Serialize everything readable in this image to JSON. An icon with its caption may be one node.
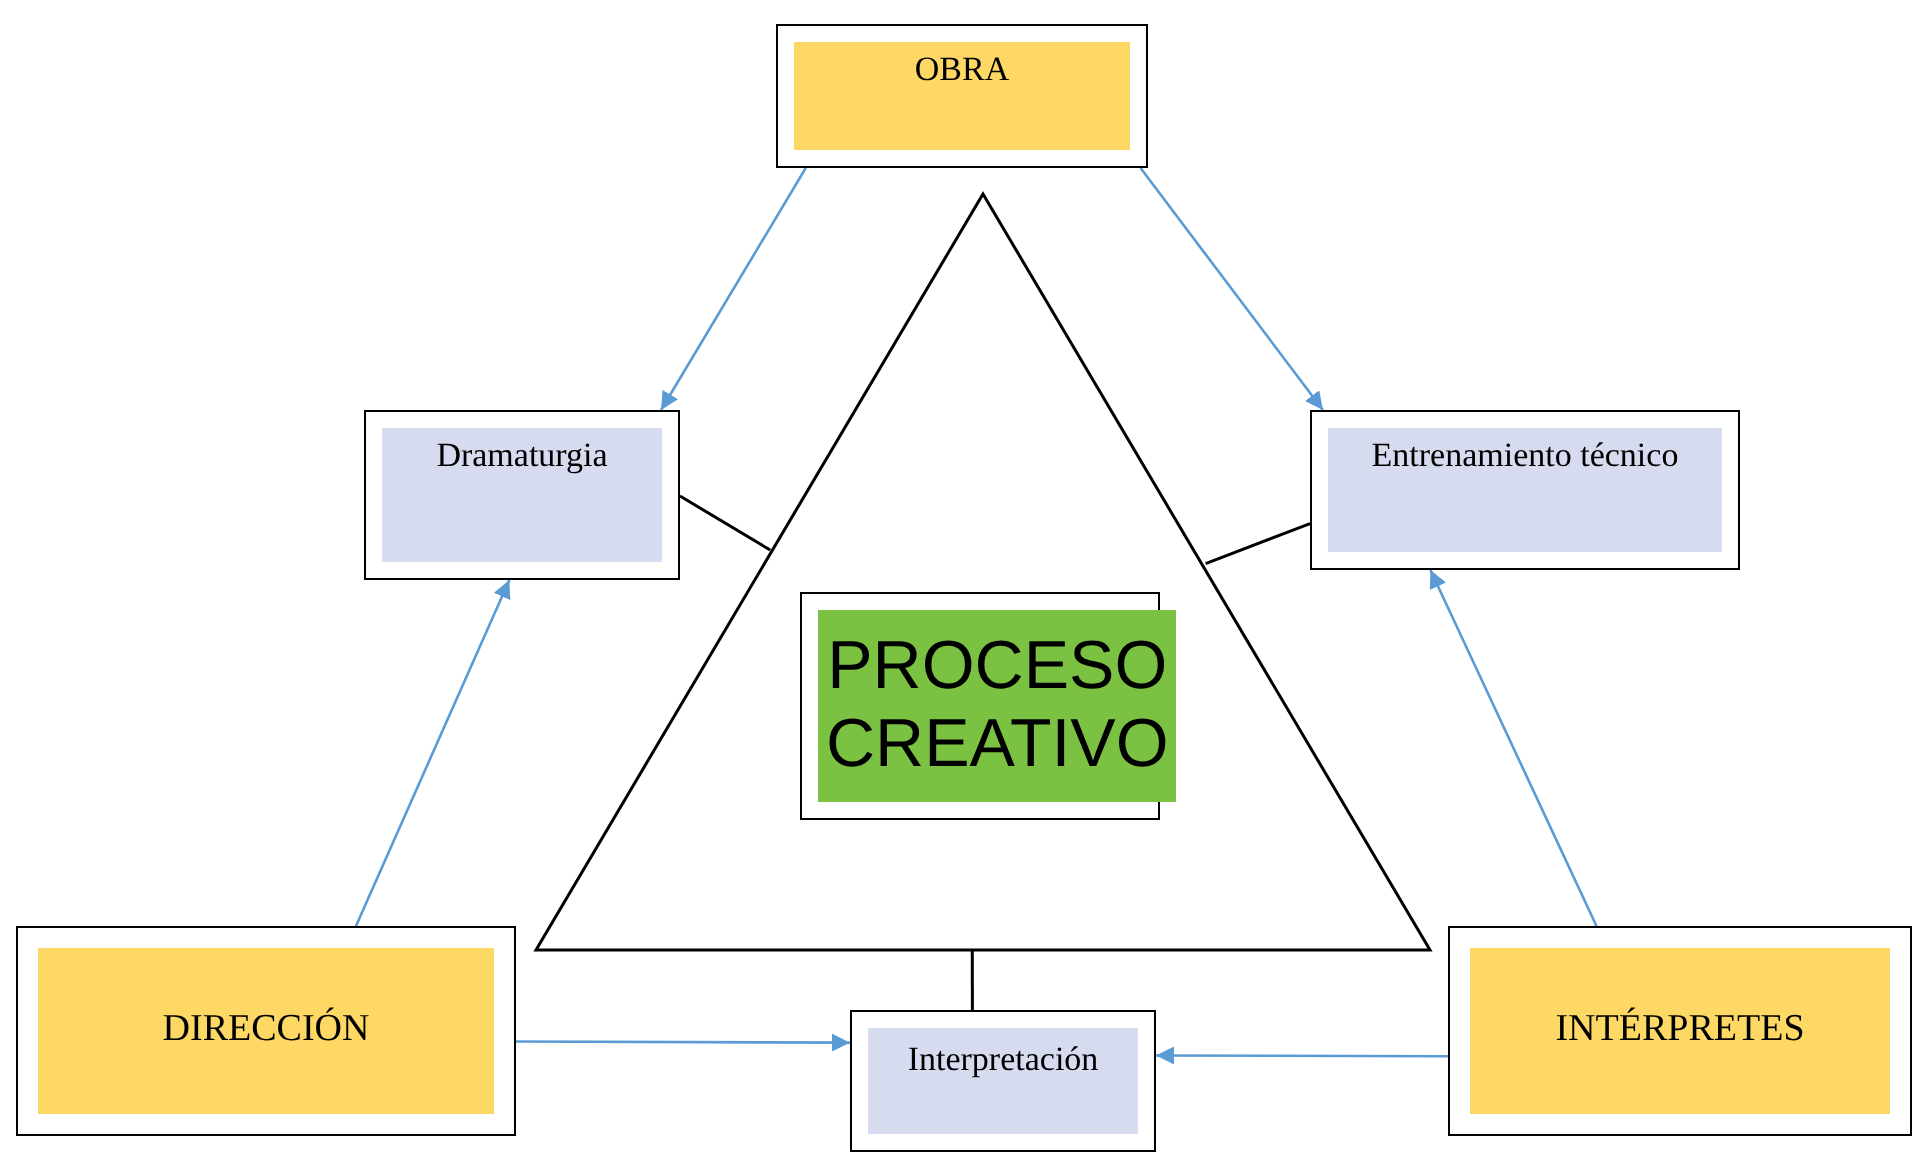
{
  "diagram": {
    "nodes": [
      {
        "text": [
          "OBRA"
        ]
      },
      {
        "text": [
          "Dramaturgia"
        ]
      },
      {
        "text": [
          "Entrenamiento técnico"
        ]
      },
      {
        "text": [],
        "shape": "triangle"
      },
      {
        "text": [
          "PROCESO CREATIVO"
        ],
        "in": 3
      },
      {
        "text": [
          "DIRECCIÓN"
        ]
      },
      {
        "text": [
          "Interpretación"
        ]
      },
      {
        "text": [
          "INTÉRPRETES"
        ]
      }
    ],
    "edges": [
      {
        "from": 0,
        "to": 1,
        "arrow": "to"
      },
      {
        "from": 0,
        "to": 2,
        "arrow": "to"
      },
      {
        "from": 5,
        "to": 1,
        "arrow": "to"
      },
      {
        "from": 7,
        "to": 2,
        "arrow": "to"
      },
      {
        "from": 5,
        "to": 6,
        "arrow": "to"
      },
      {
        "from": 7,
        "to": 6,
        "arrow": "to"
      },
      {
        "from": 3,
        "to": 1,
        "arrow": "none",
        "color": "#000000"
      },
      {
        "from": 3,
        "to": 2,
        "arrow": "none",
        "color": "#000000"
      },
      {
        "from": 3,
        "to": 6,
        "arrow": "none",
        "color": "#000000"
      }
    ]
  }
}
